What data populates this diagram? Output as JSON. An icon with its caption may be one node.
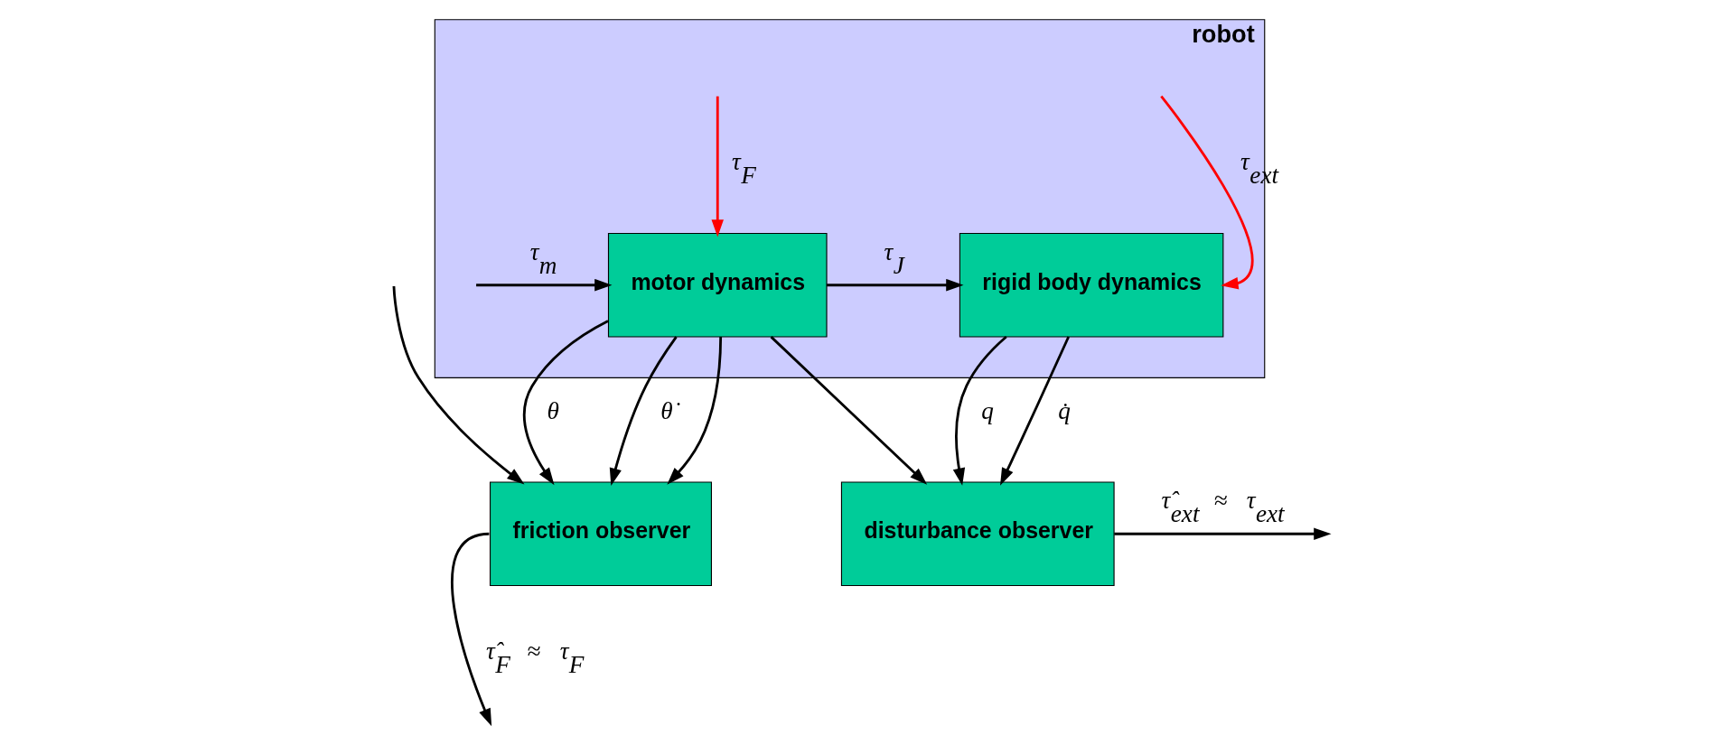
{
  "diagram": {
    "nodes": [
      {
        "text": [
          "robot"
        ]
      },
      {
        "text": [
          "motor dynamics"
        ],
        "in": 0
      },
      {
        "text": [
          "rigid body dynamics"
        ],
        "in": 0
      },
      {
        "text": [
          "friction observer"
        ]
      },
      {
        "text": [
          "disturbance observer"
        ]
      }
    ],
    "edges": [
      {
        "from": null,
        "to": 1,
        "arrow": "to",
        "label": "τ$_{F}$",
        "color": "#ff0000"
      },
      {
        "from": null,
        "to": 1,
        "arrow": "to",
        "label": "τ$_{m}$"
      },
      {
        "from": null,
        "to": 3,
        "arrow": "to"
      },
      {
        "from": 1,
        "to": 2,
        "arrow": "to",
        "label": "τ$_{J}$"
      },
      {
        "from": null,
        "to": 2,
        "arrow": "to",
        "label": "τ$_{ext}$",
        "color": "#ff0000"
      },
      {
        "from": 1,
        "to": 3,
        "arrow": "to",
        "label": "θ"
      },
      {
        "from": 1,
        "to": 3,
        "arrow": "to",
        "label": "θ̇"
      },
      {
        "from": 2,
        "to": 4,
        "arrow": "to",
        "label": "q"
      },
      {
        "from": 2,
        "to": 4,
        "arrow": "to",
        "label": "q̇"
      },
      {
        "from": 1,
        "to": 3,
        "arrow": "to"
      },
      {
        "from": 1,
        "to": 4,
        "arrow": "to"
      },
      {
        "from": 3,
        "to": null,
        "arrow": "to",
        "label": "τ̂$_{F}$ ≈ τ$_{F}$"
      },
      {
        "from": 4,
        "to": null,
        "arrow": "to",
        "label": "τ̂$_{ext}$ ≈ τ$_{ext}$"
      }
    ]
  }
}
